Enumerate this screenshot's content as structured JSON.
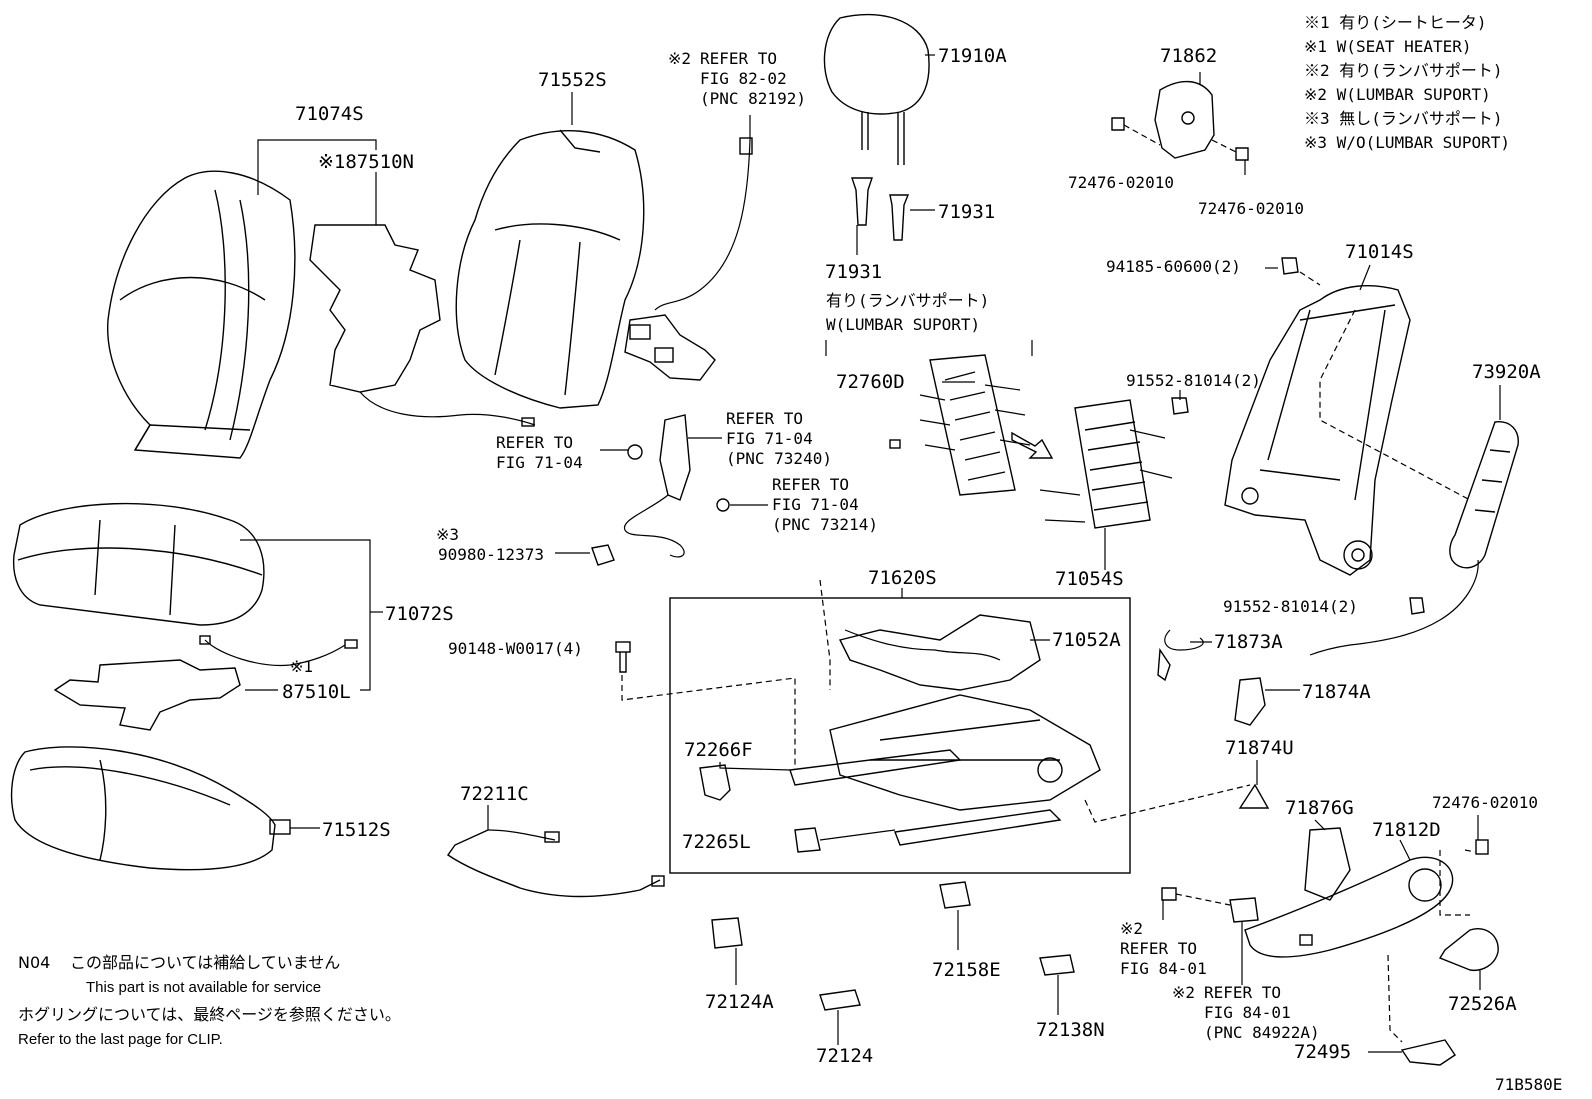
{
  "diagram_id": "71B580E",
  "legend": [
    "※1 有り(シートヒータ)",
    "※1 W(SEAT HEATER)",
    "※2 有り(ランバサポート)",
    "※2 W(LUMBAR SUPORT)",
    "※3 無し(ランバサポート)",
    "※3 W/O(LUMBAR SUPORT)"
  ],
  "parts": {
    "p71074S": "71074S",
    "p87510N": "※187510N",
    "p71552S": "71552S",
    "p71910A": "71910A",
    "p71862": "71862",
    "p72476a": "72476-02010",
    "p72476b": "72476-02010",
    "p72476c": "72476-02010",
    "p71931a": "71931",
    "p71931b": "71931",
    "p94185": "94185-60600(2)",
    "p71014S": "71014S",
    "p91552a": "91552-81014(2)",
    "p91552b": "91552-81014(2)",
    "p73920A": "73920A",
    "p72760D": "72760D",
    "p71054S": "71054S",
    "p90980": "90980-12373",
    "p71620S": "71620S",
    "p71052A": "71052A",
    "p71873A": "71873A",
    "p71874A": "71874A",
    "p71874U": "71874U",
    "p71072S": "71072S",
    "p90148": "90148-W0017(4)",
    "p87510L": "87510L",
    "p72266F": "72266F",
    "p72265L": "72265L",
    "p71512S": "71512S",
    "p72211C": "72211C",
    "p71876G": "71876G",
    "p71812D": "71812D",
    "p72158E": "72158E",
    "p72124A": "72124A",
    "p72124": "72124",
    "p72138N": "72138N",
    "p72526A": "72526A",
    "p72495": "72495"
  },
  "marks": {
    "m1": "※1",
    "m2a": "※2",
    "m2b": "※2",
    "m2c": "※2",
    "m3": "※3"
  },
  "refs": {
    "r1": [
      "REFER TO",
      "FIG 82-02",
      "(PNC 82192)"
    ],
    "r2": [
      "REFER TO",
      "FIG 71-04"
    ],
    "r3": [
      "REFER TO",
      "FIG 71-04",
      "(PNC 73240)"
    ],
    "r4": [
      "REFER TO",
      "FIG 71-04",
      "(PNC 73214)"
    ],
    "r5": [
      "REFER TO",
      "FIG 84-01"
    ],
    "r6": [
      "REFER TO",
      "FIG 84-01",
      "(PNC 84922A)"
    ]
  },
  "lumbar_note": [
    "有り(ランバサポート)",
    "W(LUMBAR SUPORT)"
  ],
  "notes": {
    "n04_code": "N04",
    "n04_jp": "この部品については補給していません",
    "n04_en": "This part is not available for service",
    "clip_jp": "ホグリングについては、最終ページを参照ください。",
    "clip_en": "Refer to the last page for CLIP."
  }
}
